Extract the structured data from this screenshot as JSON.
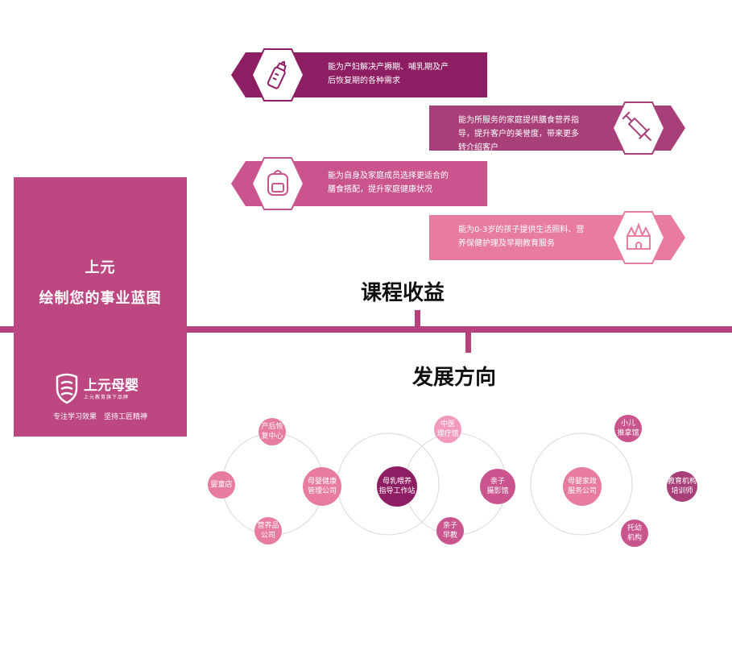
{
  "panel": {
    "title_line1": "上元",
    "title_line2": "绘制您的事业蓝图",
    "logo_name": "上元母婴",
    "logo_sub": "上元教育旗下品牌",
    "slogan": "专注学习效果　坚持工匠精神"
  },
  "benefits": [
    {
      "icon": "baby-bottle-icon",
      "line1": "能为产妇解决产褥期、哺乳期及产",
      "line2": "后恢复期的各种需求",
      "line3": "",
      "color": "#8e1e63"
    },
    {
      "icon": "syringe-icon",
      "line1": "能为所服务的家庭提供膳食营养指",
      "line2": "导，提升客户的美誉度，带来更多",
      "line3": "转介绍客户",
      "color": "#a83f78"
    },
    {
      "icon": "backpack-icon",
      "line1": "能为自身及家庭成员选择更适合的",
      "line2": "膳食搭配，提升家庭健康状况",
      "line3": "",
      "color": "#c9548e"
    },
    {
      "icon": "castle-icon",
      "line1": "能为0-3岁的孩子提供生活照料、营",
      "line2": "养保健护理及早期教育服务",
      "line3": "",
      "color": "#e77ba0"
    }
  ],
  "headings": {
    "benefits": "课程收益",
    "directions": "发展方向"
  },
  "directions": {
    "maternal_center": {
      "line1": "产后恢",
      "line2": "复中心"
    },
    "baby_store": {
      "line1": "婴童店",
      "line2": ""
    },
    "nutrition_company": {
      "line1": "营养品",
      "line2": "公司"
    },
    "health_company": {
      "line1": "母婴健康",
      "line2": "管理公司"
    },
    "lactation_station": {
      "line1": "母乳喂养",
      "line2": "指导工作站"
    },
    "tcm_clinic": {
      "line1": "中医",
      "line2": "理疗馆"
    },
    "early_edu": {
      "line1": "亲子",
      "line2": "早教"
    },
    "photo_studio": {
      "line1": "亲子",
      "line2": "摄影馆"
    },
    "home_service": {
      "line1": "母婴家政",
      "line2": "服务公司"
    },
    "massage": {
      "line1": "小儿",
      "line2": "推拿馆"
    },
    "trainer": {
      "line1": "教育机构",
      "line2": "培训师"
    },
    "nursery": {
      "line1": "托幼",
      "line2": "机构"
    }
  },
  "colors": {
    "accent": "#b4427c",
    "panel": "#bd4781",
    "dark": "#8e1e63",
    "pink": "#e77ba0",
    "light": "#f29abb"
  }
}
